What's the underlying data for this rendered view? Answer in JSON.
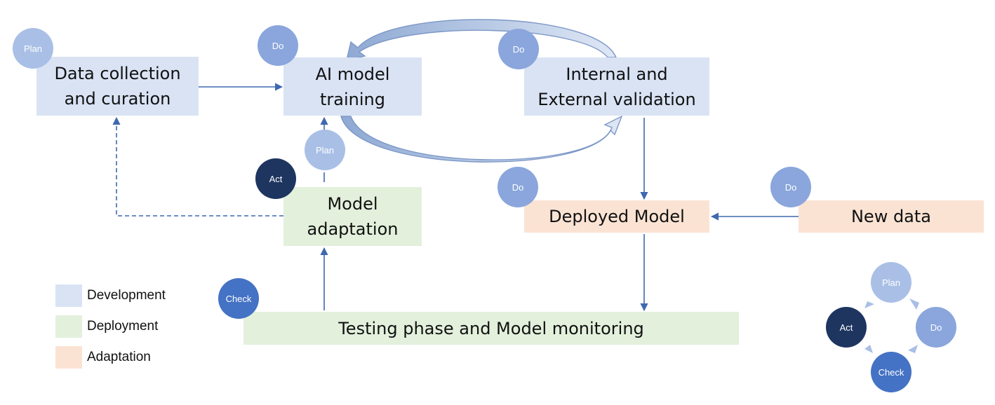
{
  "boxes": {
    "data_collection": {
      "line1": "Data collection",
      "line2": "and curation"
    },
    "ai_training": {
      "line1": "AI model",
      "line2": "training"
    },
    "validation": {
      "line1": "Internal and",
      "line2": "External validation"
    },
    "adaptation": {
      "line1": "Model",
      "line2": "adaptation"
    },
    "deployed": {
      "label": "Deployed Model"
    },
    "new_data": {
      "label": "New data"
    },
    "testing": {
      "label": "Testing phase and Model monitoring"
    }
  },
  "badges": {
    "data_collection": "Plan",
    "ai_training": "Do",
    "validation": "Do",
    "training_below": "Plan",
    "adaptation": "Act",
    "deployed": "Do",
    "new_data": "Do",
    "testing": "Check"
  },
  "legend": [
    {
      "label": "Development",
      "color": "#d9e3f4"
    },
    {
      "label": "Deployment",
      "color": "#e3f0dc"
    },
    {
      "label": "Adaptation",
      "color": "#fbe3d4"
    }
  ],
  "cycle": {
    "plan": "Plan",
    "do": "Do",
    "check": "Check",
    "act": "Act"
  },
  "colors": {
    "development": "#d9e3f4",
    "deployment": "#e3f0dc",
    "adaptation": "#fbe3d4",
    "arrow": "#3f68b0",
    "plan": "#a9bfe6",
    "do": "#8aa6dc",
    "check": "#4472c4",
    "act": "#1e3560"
  }
}
